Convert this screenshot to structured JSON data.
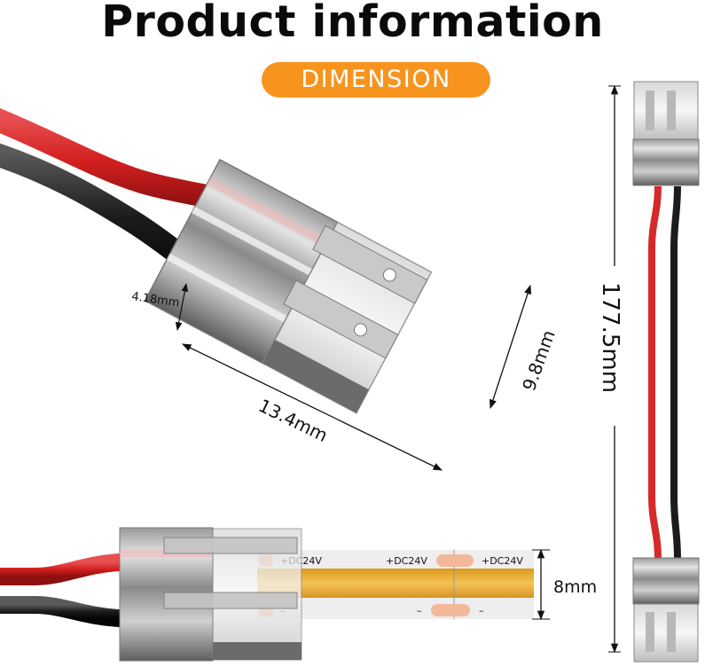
{
  "header": {
    "title": "Product information",
    "badge": "DIMENSION"
  },
  "colors": {
    "accent": "#f7941d",
    "wire_red": "#d42a2a",
    "wire_black": "#1c1c1c",
    "led_strip": "#f0b742",
    "strip_pad": "#f3b89a"
  },
  "dimensions": {
    "cable_diameter": "4.18mm",
    "connector_length": "13.4mm",
    "connector_width": "9.8mm",
    "total_length": "177.5mm",
    "strip_width": "8mm"
  },
  "strip_labels": {
    "positive": [
      "+DC24V",
      "+DC24V",
      "+DC24V"
    ],
    "negative": [
      "–",
      "–",
      "–"
    ]
  }
}
